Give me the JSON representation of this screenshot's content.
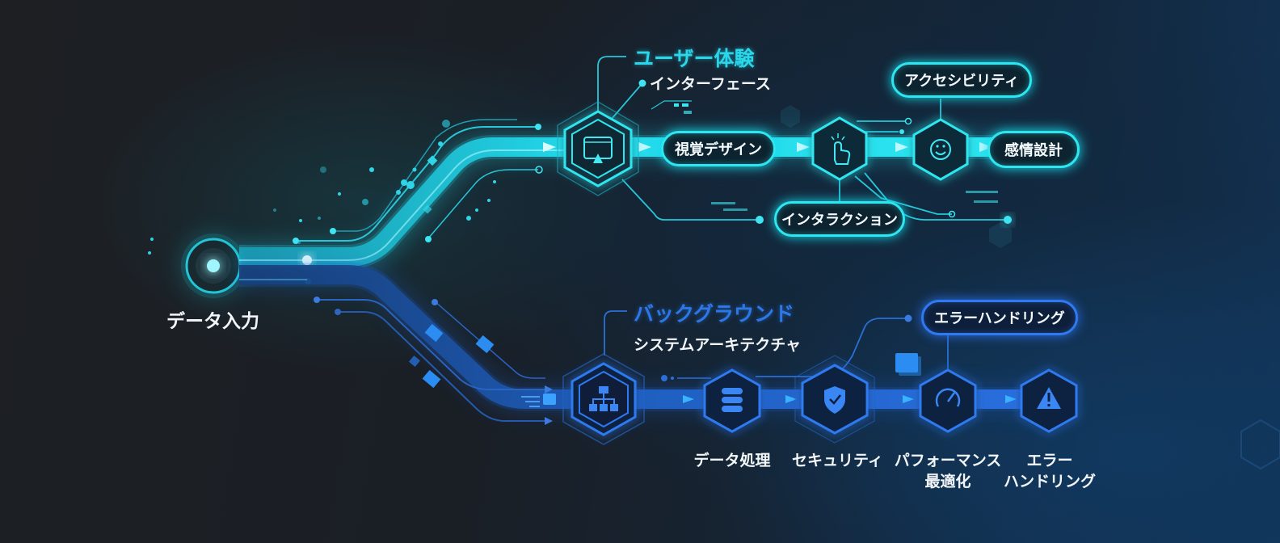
{
  "diagram": {
    "source_node": {
      "label": "データ入力",
      "icon": "glowing-dot-icon"
    },
    "branches": [
      {
        "id": "ux",
        "title": "ユーザー体験",
        "subtitle": "インターフェース",
        "color": "#2ee6f0",
        "hub_icon": "browser-paint-icon",
        "nodes": [
          {
            "label": "視覚デザイン",
            "type": "pill"
          },
          {
            "label": "インタラクション",
            "type": "pill",
            "icon": "tap-hand-icon"
          },
          {
            "label": "アクセシビリティ",
            "type": "pill",
            "icon": "smiley-icon"
          },
          {
            "label": "感情設計",
            "type": "pill"
          }
        ]
      },
      {
        "id": "backend",
        "title": "バックグラウンド",
        "subtitle": "システムアーキテクチャ",
        "color": "#2f7af0",
        "hub_icon": "hierarchy-icon",
        "nodes": [
          {
            "label": "データ処理",
            "icon": "database-icon"
          },
          {
            "label": "セキュリティ",
            "icon": "shield-check-icon"
          },
          {
            "label": "パフォーマンス\n最適化",
            "label_line1": "パフォーマンス",
            "label_line2": "最適化",
            "icon": "speedometer-icon"
          },
          {
            "label": "エラー\nハンドリング",
            "label_line1": "エラー",
            "label_line2": "ハンドリング",
            "icon": "warning-icon"
          }
        ],
        "callout": "エラーハンドリング"
      }
    ]
  },
  "colors": {
    "cyan": "#2ee6f0",
    "blue": "#2f7af0",
    "background": "#1c1e22"
  }
}
